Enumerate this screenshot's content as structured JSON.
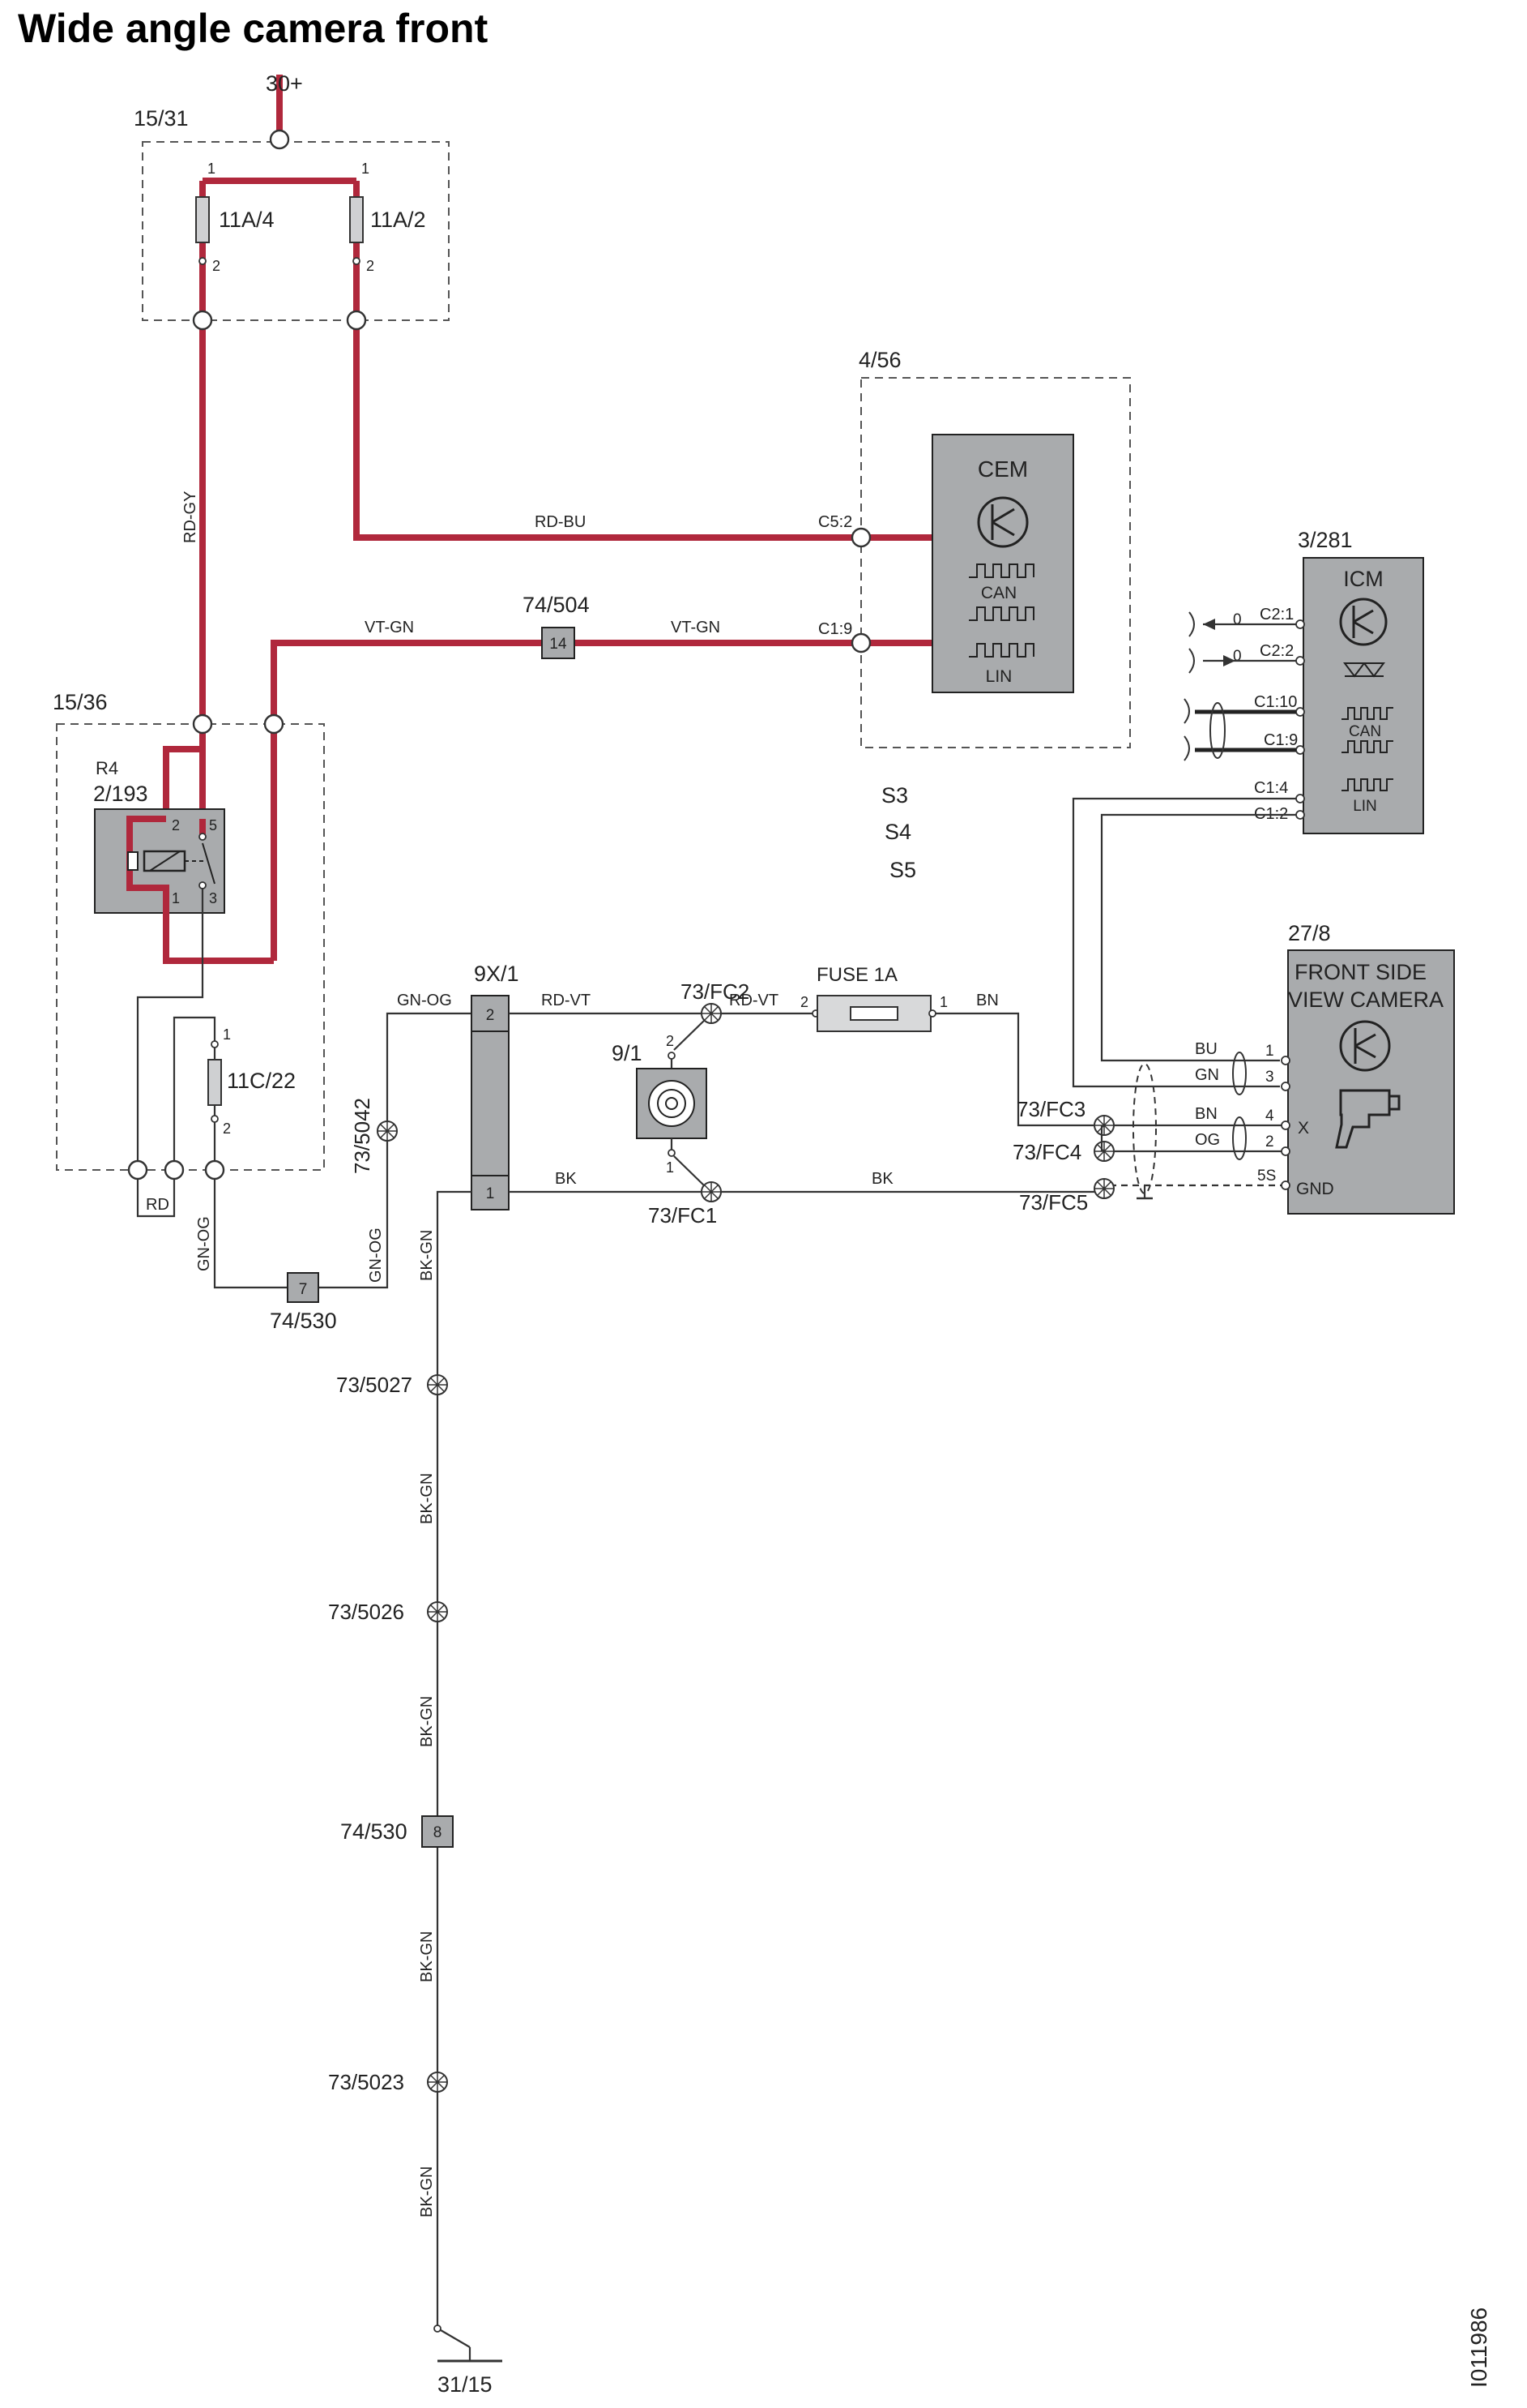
{
  "title": "Wide angle camera front",
  "figure_id": "I011986",
  "supply": {
    "label": "30+"
  },
  "ground": {
    "label": "31/15"
  },
  "fuse_box_top": {
    "label": "15/31",
    "fuses": [
      {
        "label": "11A/4",
        "pin_top": "1",
        "pin_bottom": "2"
      },
      {
        "label": "11A/2",
        "pin_top": "1",
        "pin_bottom": "2"
      }
    ]
  },
  "cem": {
    "location": "4/56",
    "name": "CEM",
    "can_label": "CAN",
    "lin_label": "LIN",
    "pins": [
      "C5:2",
      "C1:9"
    ]
  },
  "icm": {
    "location": "3/281",
    "name": "ICM",
    "can_label": "CAN",
    "lin_label": "LIN",
    "pins": [
      "C2:1",
      "C2:2",
      "C1:10",
      "C1:9",
      "C1:4",
      "C1:2"
    ],
    "pin_markers": [
      "0",
      "0"
    ]
  },
  "relay_box": {
    "label": "15/36",
    "relay_ref": "R4",
    "relay_id": "2/193",
    "relay_pins": [
      "2",
      "5",
      "1",
      "3"
    ],
    "fuse_label": "11C/22",
    "fuse_pins": [
      "1",
      "2"
    ],
    "rd_label": "RD"
  },
  "wire_colors": {
    "rd_gy": "RD-GY",
    "rd_bu": "RD-BU",
    "vt_gn_left": "VT-GN",
    "vt_gn_right": "VT-GN",
    "gn_og_top": "GN-OG",
    "gn_og_left": "GN-OG",
    "gn_og_right": "GN-OG",
    "rd_vt_left": "RD-VT",
    "rd_vt_right": "RD-VT",
    "bn": "BN",
    "bk_left": "BK",
    "bk_right": "BK",
    "bk_gn": "BK-GN"
  },
  "connector_74_504": {
    "label": "74/504",
    "pin": "14"
  },
  "connector_74_530_a": {
    "label": "74/530",
    "pin": "7"
  },
  "connector_74_530_b": {
    "label": "74/530",
    "pin": "8"
  },
  "connector_9x1": {
    "label": "9X/1",
    "pin_top": "2",
    "pin_bottom": "1"
  },
  "switch_9_1": {
    "label": "9/1",
    "pin_top": "2",
    "pin_bottom": "1"
  },
  "fuse_1a": {
    "label": "FUSE 1A",
    "pin_left": "2",
    "pin_right": "1"
  },
  "splices": {
    "fc1": "73/FC1",
    "fc2": "73/FC2",
    "fc3": "73/FC3",
    "fc4": "73/FC4",
    "fc5": "73/FC5",
    "s5042": "73/5042",
    "s5027": "73/5027",
    "s5026": "73/5026",
    "s5023": "73/5023"
  },
  "switch_states": [
    "S3",
    "S4",
    "S5"
  ],
  "camera": {
    "location": "27/8",
    "name_line1": "FRONT SIDE",
    "name_line2": "VIEW CAMERA",
    "wires": [
      "BU",
      "GN",
      "BN",
      "OG"
    ],
    "pins": [
      "1",
      "3",
      "4",
      "2",
      "5S"
    ],
    "x_label": "X",
    "gnd_label": "GND"
  },
  "colors": {
    "power_wire": "#b0283c",
    "signal_wire": "#333333",
    "component_fill": "#a9abad"
  }
}
